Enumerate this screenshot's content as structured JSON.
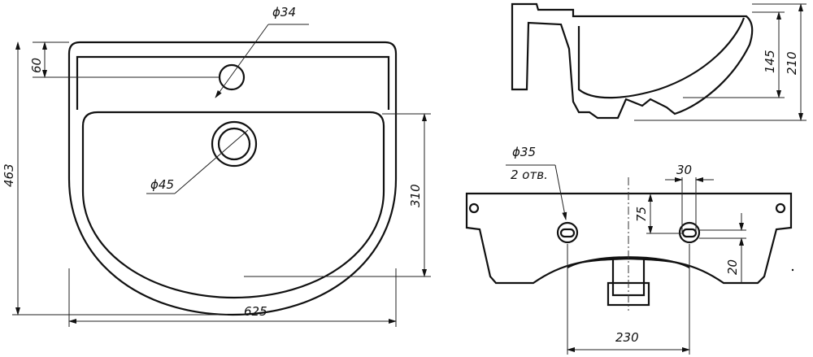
{
  "top_view": {
    "tap_hole_diameter": "ϕ34",
    "tap_hole_offset": "60",
    "overall_depth": "463",
    "drain_diameter": "ϕ45",
    "bowl_depth": "310",
    "overall_width": "625"
  },
  "side_view": {
    "bowl_height": "145",
    "overall_height": "210"
  },
  "rear_view": {
    "mount_hole_diameter": "ϕ35",
    "mount_hole_count": "2 отв.",
    "slot_length": "30",
    "hole_height_from_top": "75",
    "hole_height_from_bottom": "20",
    "hole_spacing": "230"
  }
}
